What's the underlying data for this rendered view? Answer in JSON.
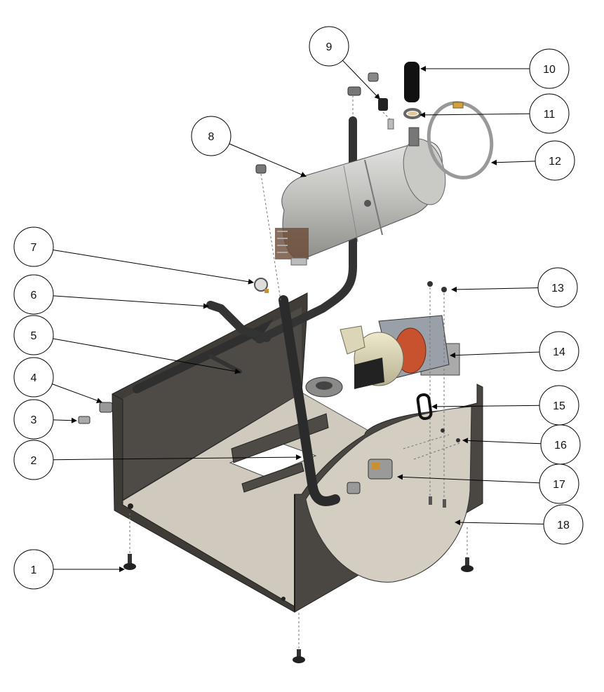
{
  "callouts": [
    {
      "num": "1",
      "part": "leveling-foot"
    },
    {
      "num": "2",
      "part": "drain-hose"
    },
    {
      "num": "3",
      "part": "hose-fitting-screw"
    },
    {
      "num": "4",
      "part": "hose-fitting"
    },
    {
      "num": "5",
      "part": "fitting-nipple"
    },
    {
      "num": "6",
      "part": "tee-hose"
    },
    {
      "num": "7",
      "part": "pressure-gauge"
    },
    {
      "num": "8",
      "part": "booster-tank"
    },
    {
      "num": "9",
      "part": "valve-cap"
    },
    {
      "num": "10",
      "part": "vent-hose"
    },
    {
      "num": "11",
      "part": "hose-clamp-small"
    },
    {
      "num": "12",
      "part": "tank-strap"
    },
    {
      "num": "13",
      "part": "nut"
    },
    {
      "num": "14",
      "part": "pump-motor"
    },
    {
      "num": "15",
      "part": "gasket"
    },
    {
      "num": "16",
      "part": "screw"
    },
    {
      "num": "17",
      "part": "solenoid-valve"
    },
    {
      "num": "18",
      "part": "base-frame"
    }
  ],
  "colors": {
    "frame": "#4a4642",
    "frame_dark": "#2e2b28",
    "floor": "#cfcabd",
    "tank": "#b9b9b6",
    "hose": "#3b3b3b",
    "motor_red": "#c8512e",
    "motor_body": "#dcd6b8",
    "line": "#000000"
  }
}
